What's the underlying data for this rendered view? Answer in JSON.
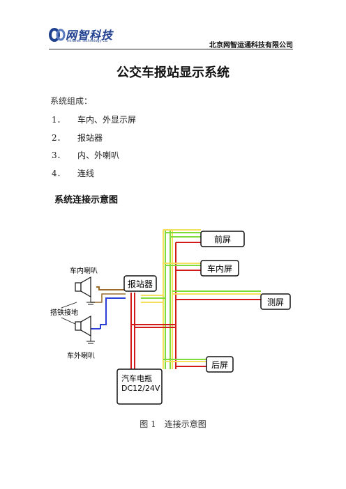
{
  "header": {
    "logo_text": "网智科技",
    "logo_sub": "Intranet Technology Co.",
    "company": "北京网智运通科技有限公司"
  },
  "title": "公交车报站显示系统",
  "intro": "系统组成：",
  "list": [
    {
      "num": "1．",
      "text": "车内、外显示屏"
    },
    {
      "num": "2．",
      "text": "报站器"
    },
    {
      "num": "3．",
      "text": "内、外喇叭"
    },
    {
      "num": "4．",
      "text": "连线"
    }
  ],
  "section_title": "系统连接示意图",
  "diagram": {
    "front_screen": "前屏",
    "inner_screen": "车内屏",
    "side_screen": "测屏",
    "rear_screen": "后屏",
    "announcer": "报站器",
    "battery_line1": "汽车电瓶",
    "battery_line2": "DC12/24V",
    "inner_speaker": "车内喇叭",
    "ground": "搭铁接地",
    "outer_speaker": "车外喇叭"
  },
  "caption": "图 1　连接示意图",
  "colors": {
    "red": "#d11b1b",
    "green": "#7edb3a",
    "yellow": "#f4e05a",
    "blue": "#2a3fd6",
    "brown": "#9a6a2a",
    "logo_blue": "#1f3f8f"
  }
}
